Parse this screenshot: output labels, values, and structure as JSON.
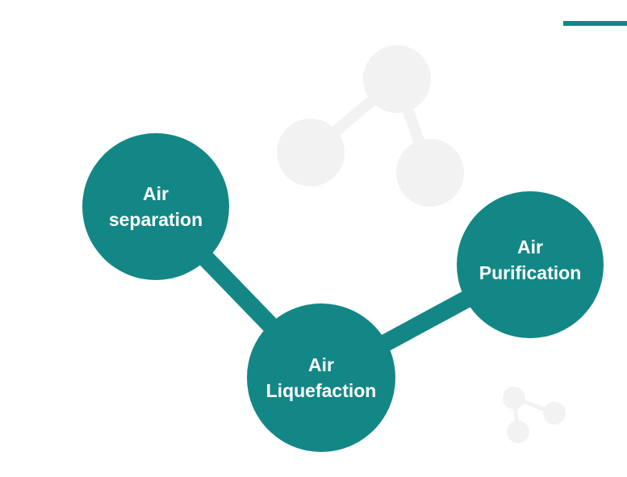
{
  "colors": {
    "node": "#138786",
    "decor": "#f2f2f2",
    "accent": "#138786",
    "text": "#ffffff"
  },
  "diagram": {
    "nodes": [
      {
        "id": "air-separation",
        "label": "Air\nseparation"
      },
      {
        "id": "air-liquefaction",
        "label": "Air\nLiquefaction"
      },
      {
        "id": "air-purification",
        "label": "Air\nPurification"
      }
    ],
    "edges": [
      {
        "from": "air-separation",
        "to": "air-liquefaction"
      },
      {
        "from": "air-liquefaction",
        "to": "air-purification"
      }
    ]
  },
  "decorations": {
    "large_molecule_icon": "molecule-icon",
    "small_molecule_icon": "molecule-icon"
  }
}
